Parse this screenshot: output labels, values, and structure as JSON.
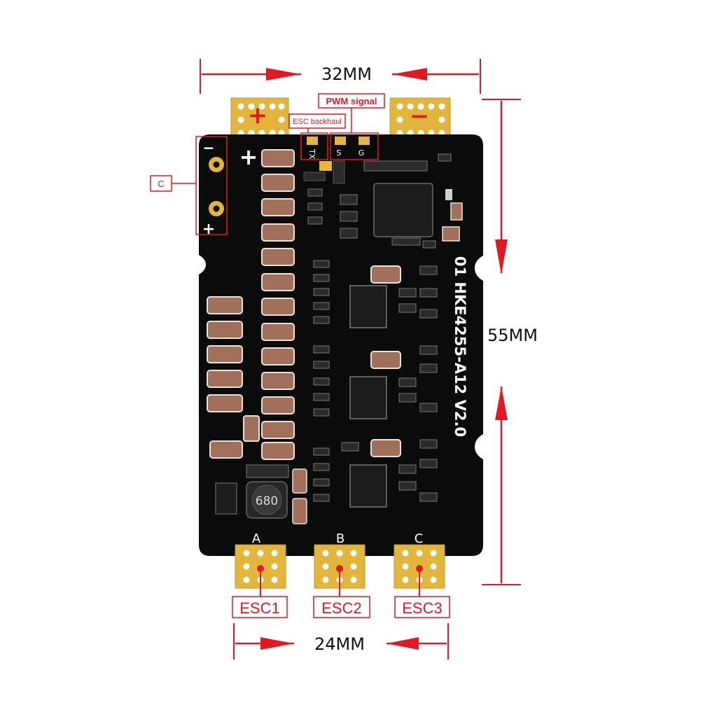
{
  "dimensions": {
    "top_width": "32MM",
    "height": "55MM",
    "bottom_width": "24MM"
  },
  "callouts": {
    "pwm_signal": "PWM signal",
    "esc_backhaul": "ESC backhaul",
    "c": "C"
  },
  "esc_labels": [
    "ESC1",
    "ESC2",
    "ESC3"
  ],
  "board": {
    "model_text": "01 HKE4255-A12 V2.0",
    "plus_symbol": "+",
    "minus_symbol": "−",
    "pad_labels": {
      "tx": "TX",
      "s": "S",
      "g": "G"
    },
    "phase_labels": [
      "A",
      "B",
      "C"
    ],
    "inductor_marking": "680",
    "side_plus": "+",
    "side_minus": "−"
  },
  "colors": {
    "pcb": "#0b0b0b",
    "gold": "#e2b53c",
    "capacitor": "#a0705a",
    "arrow_red": "#e01a22",
    "callout_red": "#e01a22"
  }
}
